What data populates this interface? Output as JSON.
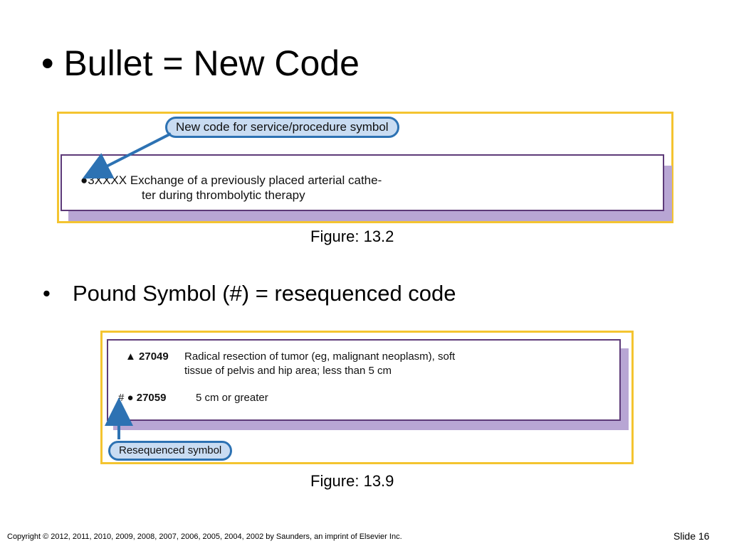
{
  "slide": {
    "title_bullet": "•",
    "title": "Bullet = New Code",
    "subtitle_bullet": "•",
    "subtitle": "Pound Symbol (#) = resequenced code",
    "figure1": {
      "callout": "New code for service/procedure symbol",
      "symbol": "●",
      "code": "3XXXX",
      "line1": "Exchange of a previously placed arterial cathe-",
      "line2": "ter during thrombolytic therapy",
      "caption": "Figure: 13.2"
    },
    "figure2": {
      "row1_symbol": "▲",
      "row1_code": "27049",
      "row1_line1": "Radical resection of tumor (eg, malignant neoplasm), soft",
      "row1_line2": "tissue of pelvis and hip area; less than 5 cm",
      "row2_pound": "#",
      "row2_symbol": "●",
      "row2_code": "27059",
      "row2_text": "5 cm or greater",
      "callout": "Resequenced symbol",
      "caption": "Figure: 13.9"
    },
    "footer": {
      "copyright": "Copyright © 2012, 2011, 2010, 2009, 2008, 2007, 2006, 2005, 2004, 2002 by Saunders, an imprint of Elsevier Inc.",
      "slide_number": "Slide 16"
    },
    "colors": {
      "frame": "#f4c430",
      "callout_fill": "#c9dcf2",
      "callout_border": "#2d72b3",
      "box_border": "#5d3a78",
      "shadow": "#b8a6d4"
    }
  }
}
